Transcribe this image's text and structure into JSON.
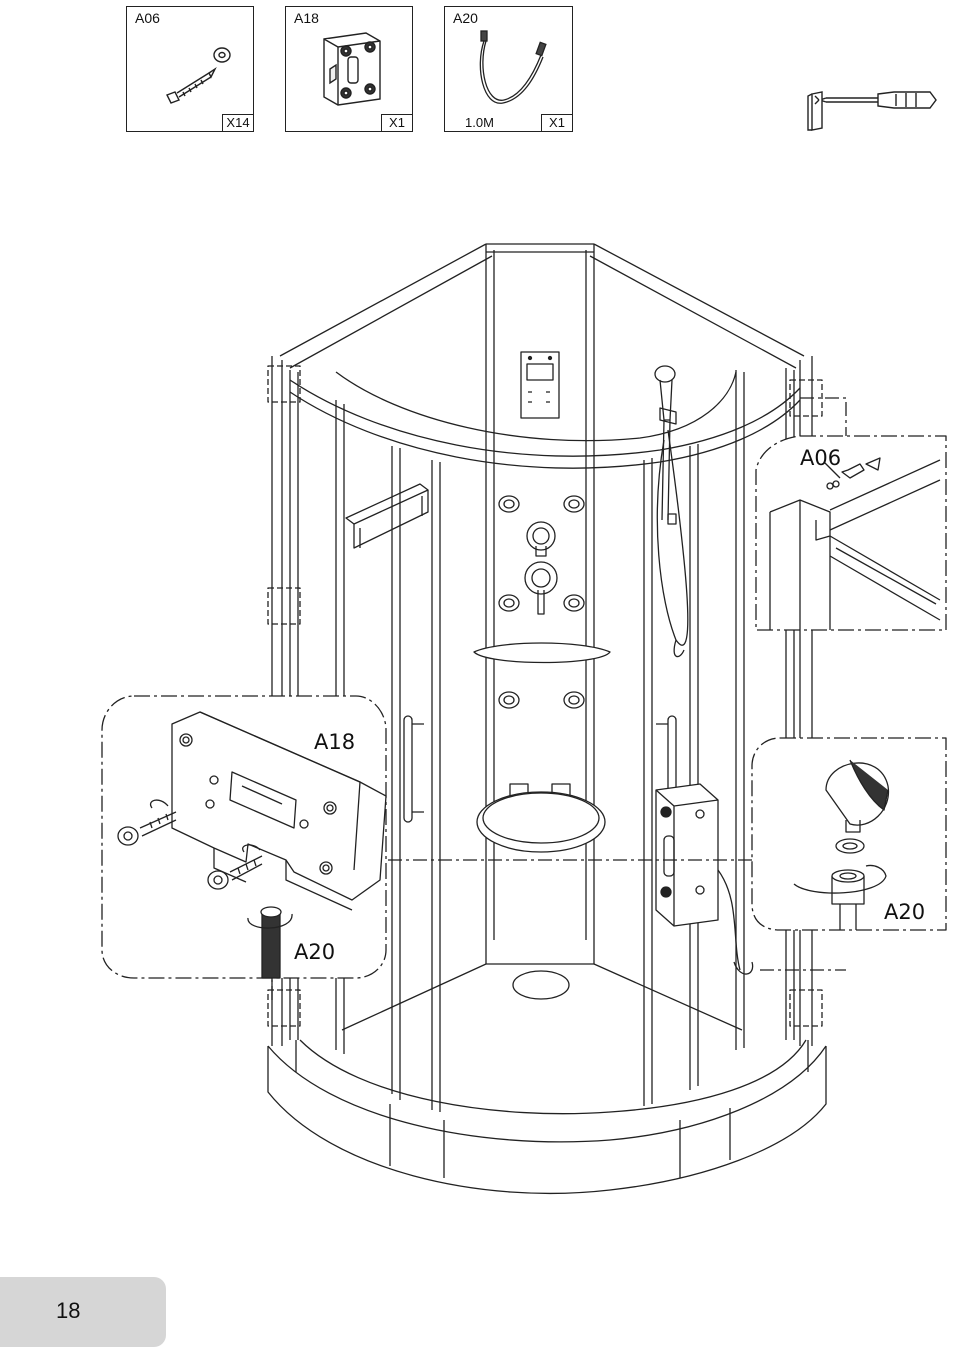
{
  "parts": [
    {
      "code": "A06",
      "quantity": "X14",
      "icon": "screw-and-washer"
    },
    {
      "code": "A18",
      "quantity": "X1",
      "icon": "mounting-bracket"
    },
    {
      "code": "A20",
      "quantity": "X1",
      "length": "1.0M",
      "icon": "shower-hose"
    }
  ],
  "tool": {
    "icon": "screwdriver-icon"
  },
  "callouts": {
    "top_right": "A06",
    "left": "A18",
    "left_bottom": "A20",
    "right": "A20"
  },
  "page_number": "18"
}
